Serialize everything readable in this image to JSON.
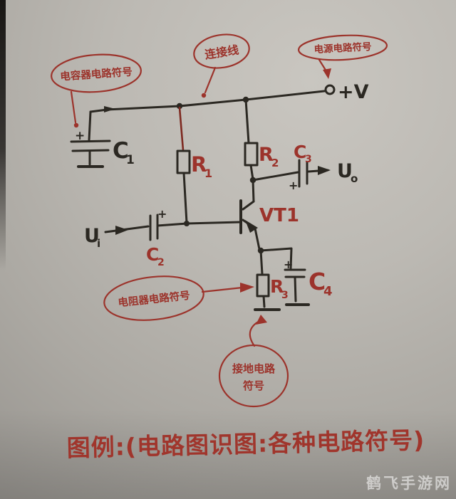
{
  "colors": {
    "paper": "#bcb9b3",
    "ink_black": "#2b2822",
    "ink_red": "#9c332b",
    "watermark_text": "rgba(255,255,255,0.55)"
  },
  "bubbles": {
    "capacitor": {
      "label": "电容器电路符号"
    },
    "wire": {
      "label": "连接线"
    },
    "power": {
      "label": "电源电路符号"
    },
    "resistor": {
      "label": "电阻器电路符号"
    },
    "ground": {
      "line1": "接地电路",
      "line2": "符号"
    }
  },
  "components": {
    "c1": {
      "main": "C",
      "sub": "1"
    },
    "c2": {
      "main": "C",
      "sub": "2"
    },
    "c3": {
      "main": "C",
      "sub": "3"
    },
    "c4": {
      "main": "C",
      "sub": "4"
    },
    "r1": {
      "main": "R",
      "sub": "1"
    },
    "r2": {
      "main": "R",
      "sub": "2"
    },
    "r3": {
      "main": "R",
      "sub": "3"
    },
    "vt1": "VT1",
    "power_rail": "+V",
    "input": {
      "main": "U",
      "sub": "i"
    },
    "output": {
      "main": "U",
      "sub": "o"
    },
    "polarity": "+"
  },
  "caption": "图例:(电路图识图:各种电路符号)",
  "watermark": "鹤飞手游网"
}
